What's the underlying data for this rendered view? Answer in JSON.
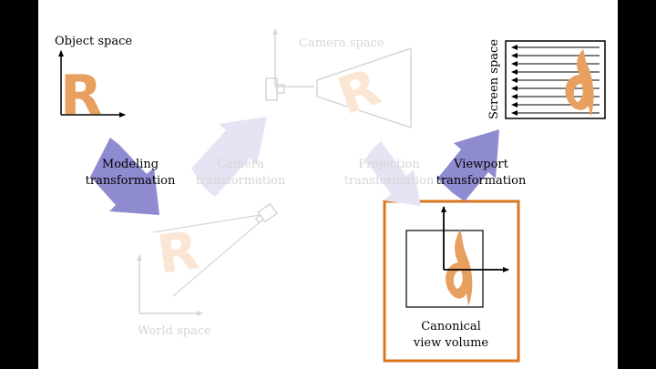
{
  "labels": {
    "object_space": "Object space",
    "camera_space": "Camera space",
    "world_space": "World space",
    "screen_space": "Screen space",
    "modeling_line1": "Modeling",
    "modeling_line2": "transformation",
    "camera_line1": "Camera",
    "camera_line2": "transformation",
    "projection_line1": "Projection",
    "projection_line2": "transformation",
    "viewport_line1": "Viewport",
    "viewport_line2": "transformation",
    "canonical_line1": "Canonical",
    "canonical_line2": "view volume"
  },
  "glyphs": {
    "object": "R",
    "world": "R",
    "camera": "R"
  },
  "colors": {
    "background": "#000000",
    "panel": "#ffffff",
    "accent_orange": "#e8a060",
    "highlight_box": "#d9761f",
    "arrow_active": "#8f8bd0",
    "arrow_faded": "#dcdcf2",
    "faded_gray": "#d6d6d6",
    "faded_orange": "#fbe5d3",
    "ink": "#000000"
  }
}
